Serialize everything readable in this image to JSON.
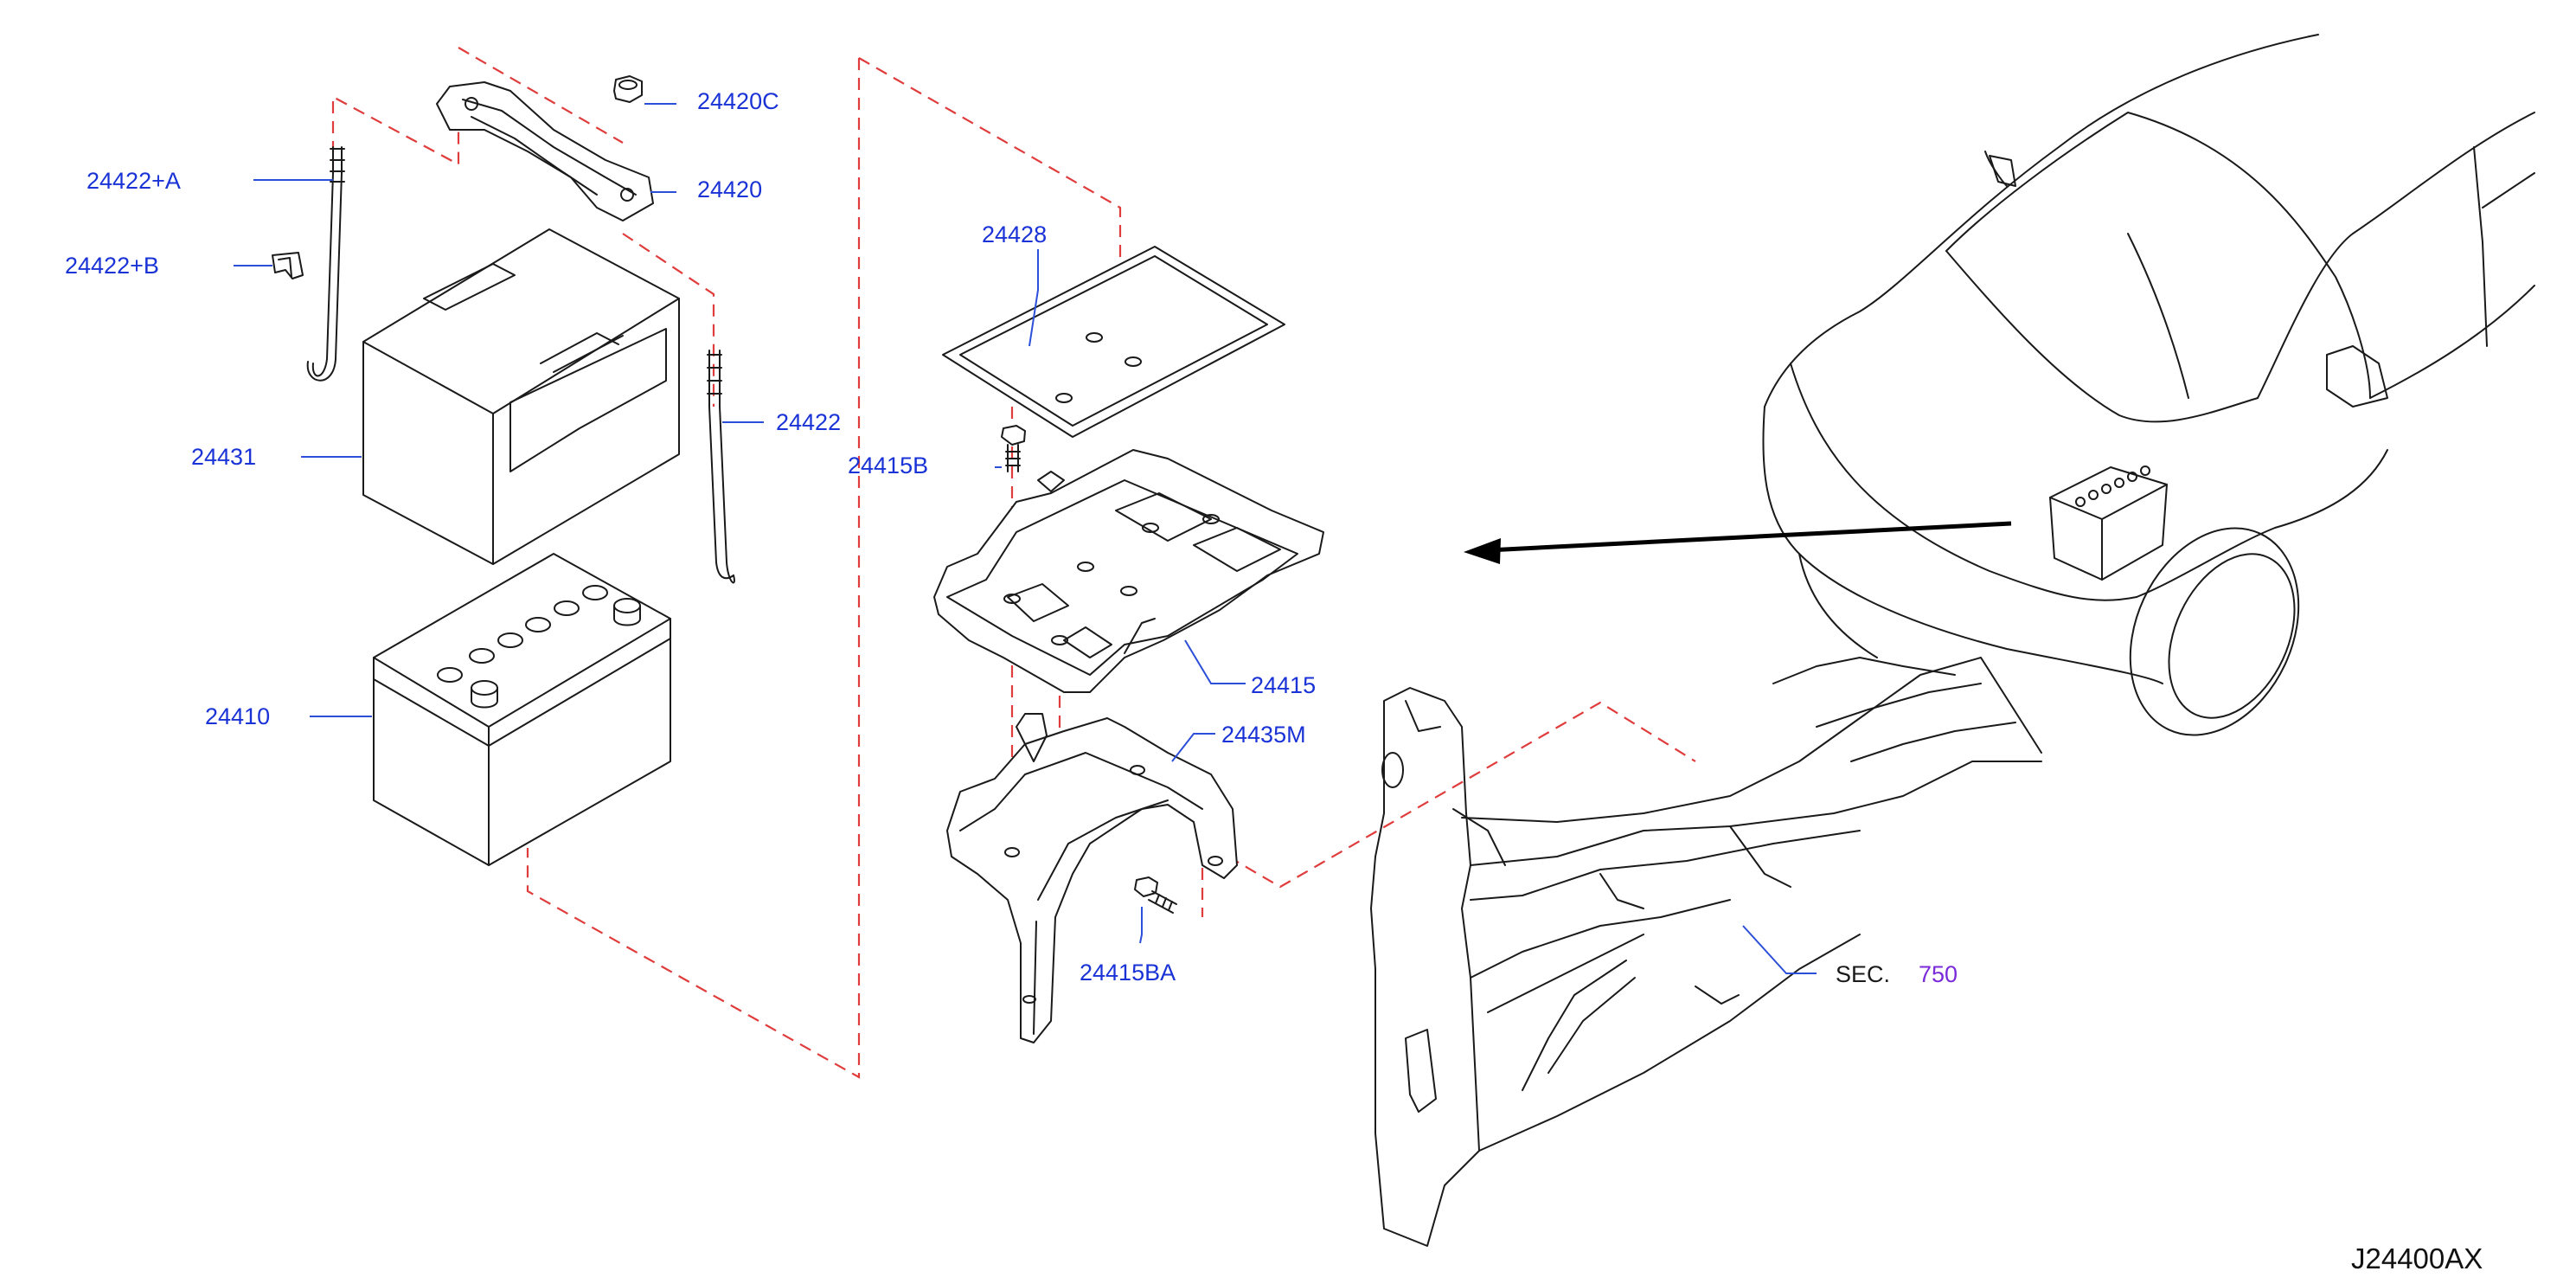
{
  "callouts": [
    {
      "id": "c24420C",
      "text": "24420C"
    },
    {
      "id": "c24422A",
      "text": "24422+A"
    },
    {
      "id": "c24420",
      "text": "24420"
    },
    {
      "id": "c24422B",
      "text": "24422+B"
    },
    {
      "id": "c24428",
      "text": "24428"
    },
    {
      "id": "c24422",
      "text": "24422"
    },
    {
      "id": "c24431",
      "text": "24431"
    },
    {
      "id": "c24415B",
      "text": "24415B"
    },
    {
      "id": "c24415",
      "text": "24415"
    },
    {
      "id": "c24410",
      "text": "24410"
    },
    {
      "id": "c24435M",
      "text": "24435M"
    },
    {
      "id": "c24415BA",
      "text": "24415BA"
    }
  ],
  "section_ref": {
    "label": "SEC.",
    "number": "750"
  },
  "diagram_code": "J24400AX",
  "colors": {
    "callout": "#1a33d6",
    "dashed_guide": "#e03c3c",
    "section_number": "#7a2ad8",
    "line_art": "#1a1a1a"
  }
}
